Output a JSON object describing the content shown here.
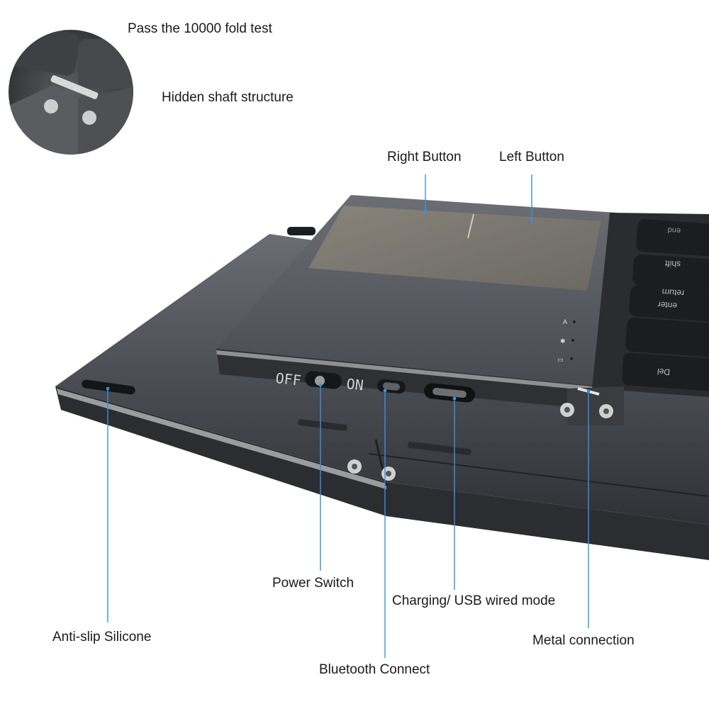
{
  "header": {
    "fold_test": "Pass the 10000 fold test",
    "hidden_shaft": "Hidden shaft structure"
  },
  "callouts": {
    "right_button": "Right Button",
    "left_button": "Left Button",
    "anti_slip": "Anti-slip Silicone",
    "power_switch": "Power Switch",
    "bluetooth": "Bluetooth Connect",
    "charging": "Charging/ USB wired mode",
    "metal": "Metal connection"
  },
  "device": {
    "switch_off": "OFF",
    "switch_on": "ON",
    "indicator_caps": "A",
    "keys": {
      "end": "end",
      "shift": "shift",
      "return": "return",
      "enter": "enter",
      "del": "Del"
    }
  },
  "colors": {
    "leader": "#3a8ee6",
    "body_dark": "#3b3d42",
    "body_mid": "#55585e",
    "touchpad": "#77736c"
  }
}
